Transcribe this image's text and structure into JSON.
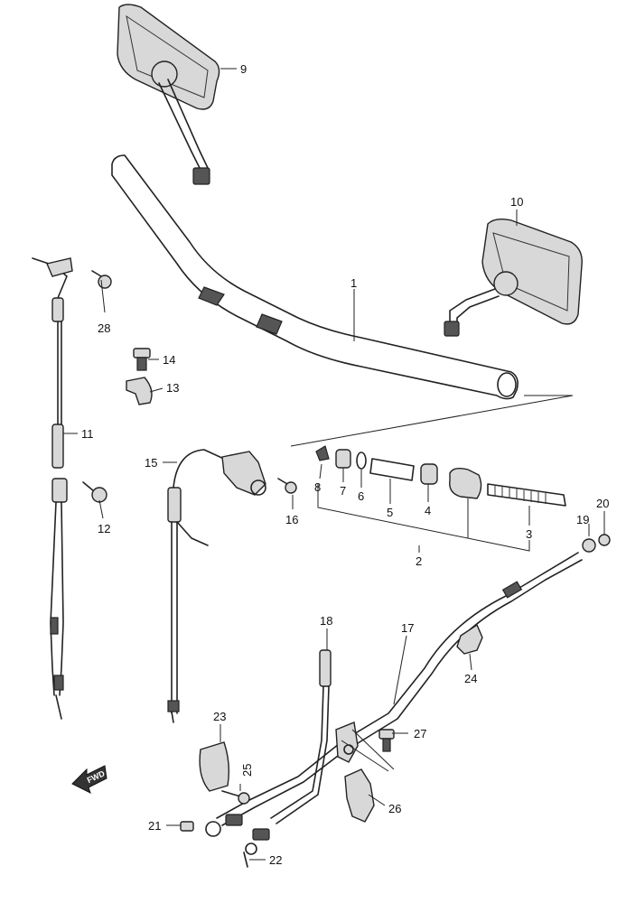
{
  "callouts": {
    "c1": "1",
    "c2": "2",
    "c3": "3",
    "c4": "4",
    "c5": "5",
    "c6": "6",
    "c7": "7",
    "c8": "8",
    "c9": "9",
    "c10": "10",
    "c11": "11",
    "c12": "12",
    "c13": "13",
    "c14": "14",
    "c15": "15",
    "c16": "16",
    "c17": "17",
    "c18": "18",
    "c19": "19",
    "c20": "20",
    "c21": "21",
    "c22": "22",
    "c23": "23",
    "c24": "24",
    "c25": "25",
    "c26": "26",
    "c27": "27",
    "c28": "28"
  },
  "front_arrow": {
    "label": "FWD"
  }
}
